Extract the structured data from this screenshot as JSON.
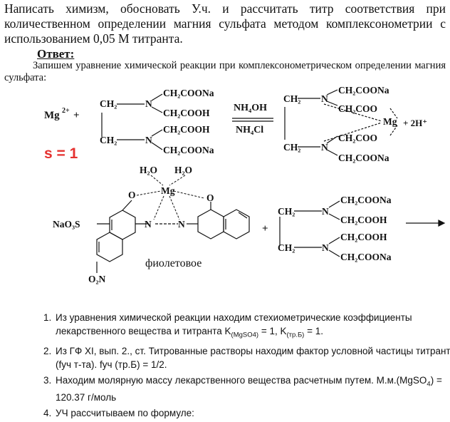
{
  "task": "Написать химизм, обосновать У.ч. и рассчитать титр соответствия при количественном определении магния сульфата методом комплексонометрии с использованием 0,05 М титранта.",
  "answer_heading": "Ответ:",
  "intro": "Запишем уравнение химической реакции при комплексонометрическом определении магния сульфата:",
  "scheme": {
    "mg_ion": "Mg",
    "mg_charge": "2+",
    "plus": "+",
    "ch2": "CH₂",
    "n": "N",
    "ch2coona": "CH₂COONa",
    "ch2cooh": "CH₂COOH",
    "ch2coo": "CH₂COO",
    "mg": "Mg",
    "reagent_top": "NH₄OH",
    "reagent_bottom": "NH₄Cl",
    "product_h": "+ 2H⁺",
    "s_label": "s = 1",
    "water": "H₂O",
    "o": "O",
    "nao3s": "NaO₃S",
    "o2n": "O₂N",
    "color_name": "фиолетовое"
  },
  "steps": [
    {
      "main": "Из уравнения химической реакции находим стехиометрические коэффициенты лекарственного вещества и титранта K",
      "sub1": "(MgSO4)",
      "mid": " = 1, K",
      "sub2": "(тр.Б)",
      "end": " = 1."
    },
    {
      "text": "Из ГФ XI, вып. 2., ст. Титрованные растворы находим фактор условной частицы титранта (fуч т-та). fуч (тр.Б) = 1/2."
    },
    {
      "main": "Находим молярную массу лекарственного вещества расчетным путем. М.м.(MgSO",
      "sub1": "4",
      "end": ") = 120.37 г/моль"
    },
    {
      "text": "УЧ рассчитываем по формуле:"
    }
  ],
  "colors": {
    "s_label": "#e5312f",
    "ink": "#111111"
  }
}
